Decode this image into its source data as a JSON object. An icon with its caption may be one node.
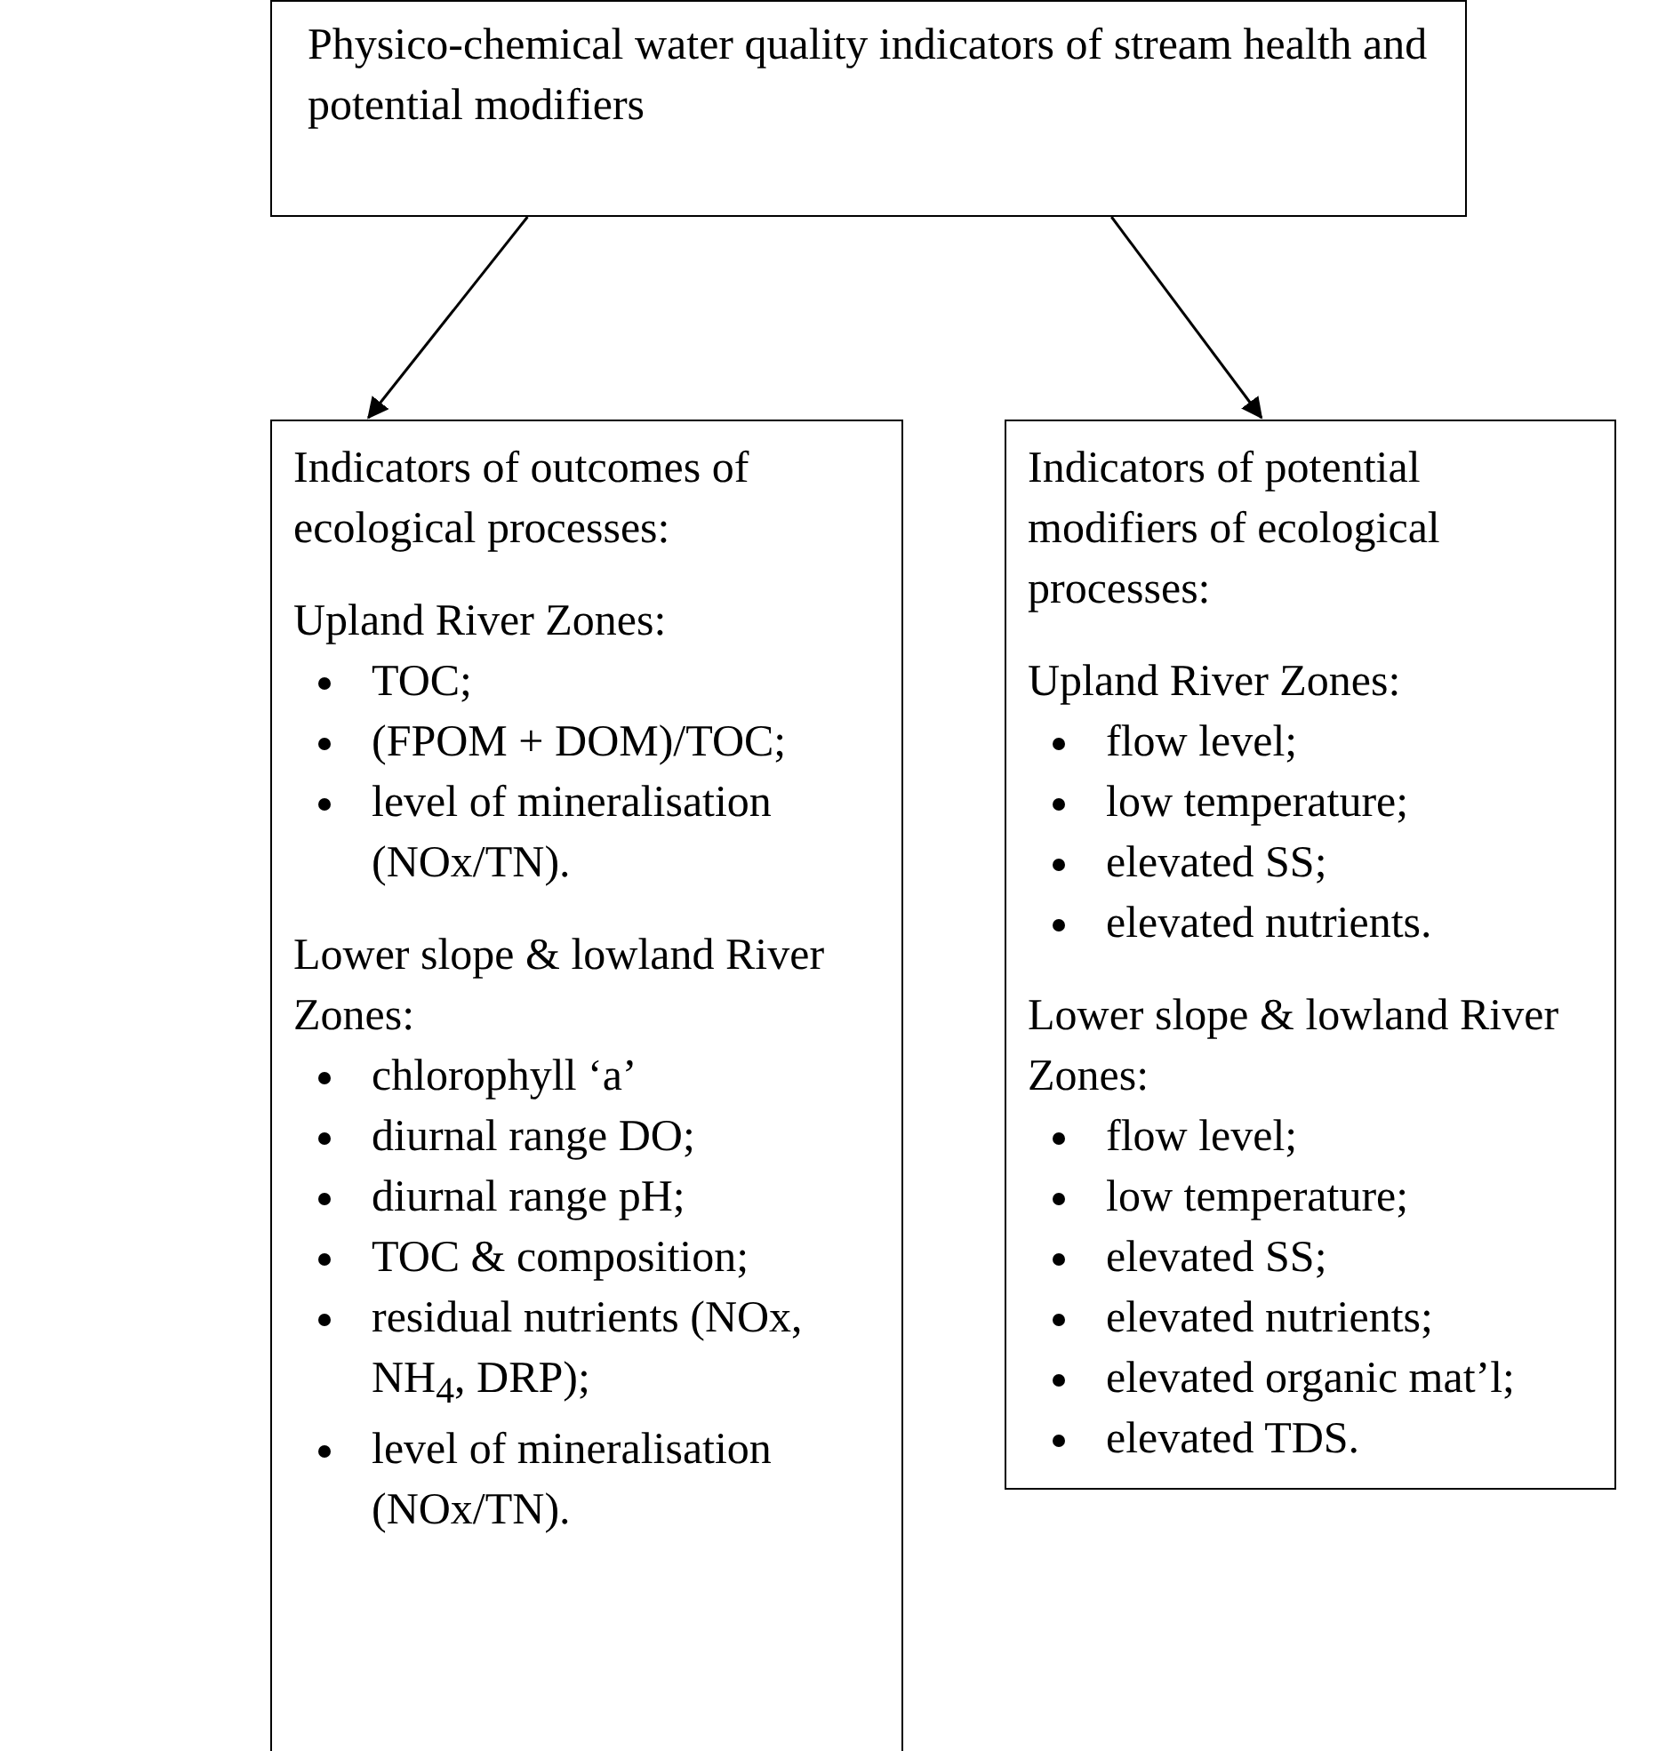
{
  "diagram": {
    "nodes": [
      {
        "text": [
          "Physico-chemical water quality indicators of stream health and potential modifiers"
        ]
      },
      {
        "text": [
          "Indicators of outcomes of ecological processes:",
          "Upland River Zones:",
          "TOC;",
          "(FPOM + DOM)/TOC;",
          "level of mineralisation (NOx/TN).",
          "Lower slope & lowland River Zones:",
          "chlorophyll ‘a’",
          "diurnal range DO;",
          "diurnal range pH;",
          "TOC & composition;",
          "residual nutrients (NOx, NH$_{4}$, DRP);",
          "level of mineralisation (NOx/TN)."
        ]
      },
      {
        "text": [
          "Indicators of potential modifiers of ecological processes:",
          "Upland River Zones:",
          "flow level;",
          "low temperature;",
          "elevated SS;",
          "elevated nutrients.",
          "Lower slope & lowland River Zones:",
          "flow level;",
          "low temperature;",
          "elevated SS;",
          "elevated nutrients;",
          "elevated organic mat’l;",
          "elevated TDS."
        ]
      }
    ],
    "edges": [
      {
        "from": 0,
        "to": 1,
        "arrow": "to"
      },
      {
        "from": 0,
        "to": 2,
        "arrow": "to"
      }
    ]
  }
}
